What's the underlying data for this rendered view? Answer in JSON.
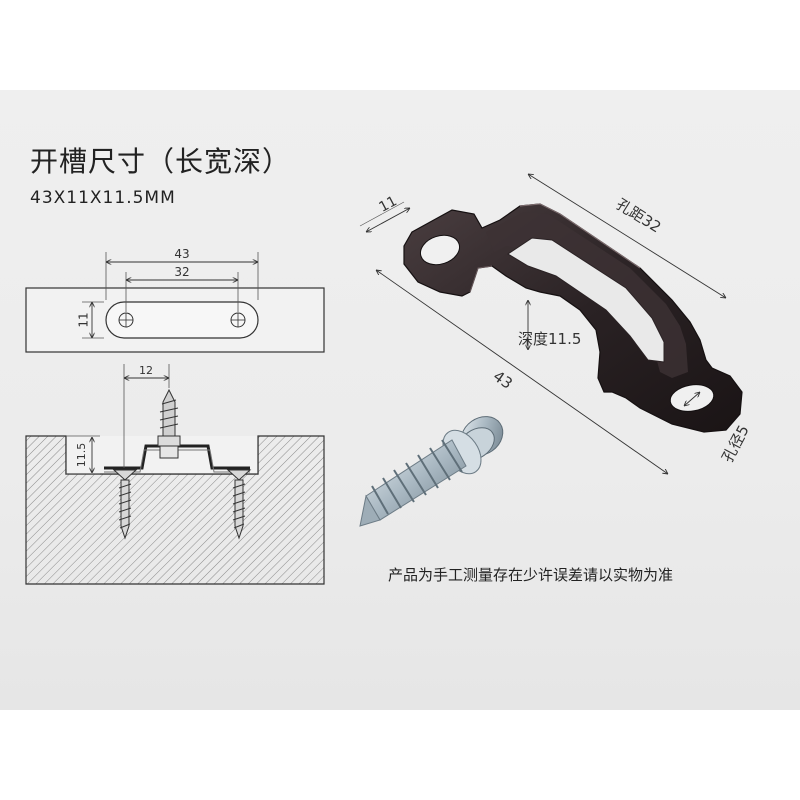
{
  "header": {
    "title": "开槽尺寸（长宽深）",
    "spec": "43X11X11.5MM"
  },
  "drawing": {
    "dim_overall_length": "43",
    "dim_hole_spacing": "32",
    "dim_slot_width": "11",
    "dim_offset": "12",
    "dim_depth": "11.5"
  },
  "product": {
    "dim_width": "11",
    "dim_hole_distance": "孔距32",
    "dim_depth": "深度11.5",
    "dim_length": "43",
    "dim_hole_diameter": "孔径5"
  },
  "footer": {
    "note": "产品为手工测量存在少许误差请以实物为准"
  },
  "colors": {
    "panel_background": "#ececec",
    "bracket_finish": "#2a2224",
    "screw_finish": "#b9c6cf",
    "wood_hatch": "#7a7a7a"
  }
}
